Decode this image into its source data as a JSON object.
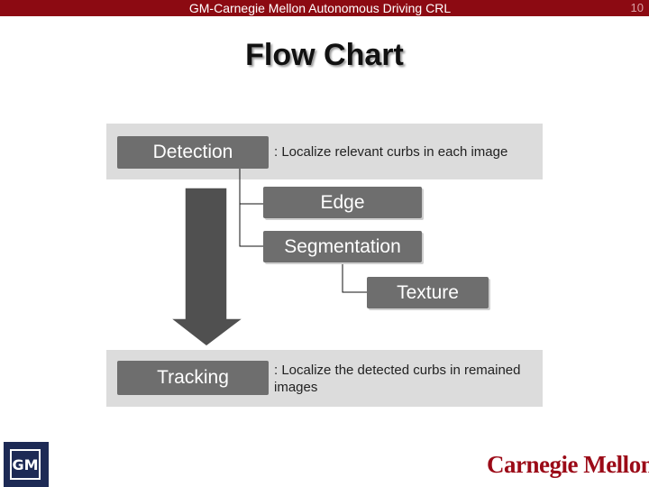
{
  "header": {
    "title": "GM-Carnegie Mellon Autonomous Driving CRL",
    "page_number": "10"
  },
  "slide": {
    "title": "Flow Chart"
  },
  "diagram": {
    "detection": {
      "label": "Detection",
      "description": ": Localize relevant curbs in each image"
    },
    "methods": [
      {
        "label": "Edge"
      },
      {
        "label": "Segmentation"
      },
      {
        "label": "Texture"
      }
    ],
    "tracking": {
      "label": "Tracking",
      "description": ": Localize the detected curbs in remained images"
    }
  },
  "logos": {
    "gm": "GM",
    "cmu": "Carnegie Mellon"
  },
  "colors": {
    "header_bar": "#8c0a12",
    "box_fill": "#6e6e6e",
    "panel_fill": "#dcdcdc",
    "arrow_fill": "#505050",
    "cmu_red": "#9b0a17"
  }
}
